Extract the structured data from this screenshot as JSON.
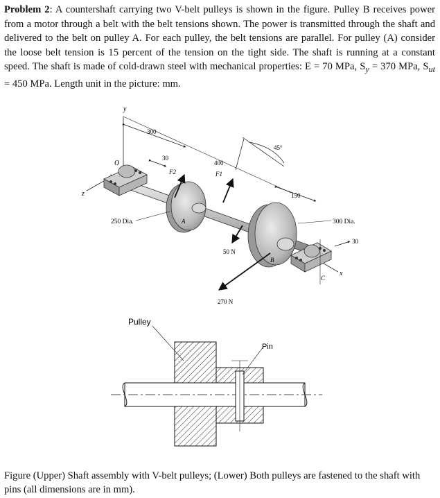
{
  "problem": {
    "label": "Problem 2",
    "text": ": A countershaft carrying two V-belt pulleys is shown in the figure. Pulley B receives power from a motor through a belt with the belt tensions shown. The power is transmitted through the shaft and delivered to the belt on pulley A. For each pulley, the belt tensions are parallel. For pulley (A) consider the loose belt tension is 15 percent of the tension on the tight side. The shaft is running at a constant speed. The shaft is made of cold-drawn steel with mechanical properties: E = 70 MPa, S",
    "sy_sub": "y",
    "sy_val": " = 370 MPa, S",
    "sut_sub": "ut",
    "sut_val": " = 450 MPa. Length unit in the picture: mm."
  },
  "upper_figure": {
    "axis_y": "y",
    "axis_z": "z",
    "axis_x": "x",
    "point_o": "O",
    "point_a": "A",
    "point_b": "B",
    "point_c": "C",
    "dim_300": "300",
    "dim_30_left": "30",
    "dim_400": "400",
    "dim_45": "45°",
    "dim_150": "150",
    "dim_30_right": "30",
    "force_f2": "F2",
    "force_f1": "F1",
    "pulley_a_dia": "250 Dia.",
    "pulley_b_dia": "300 Dia.",
    "force_50": "50 N",
    "force_270": "270 N"
  },
  "lower_figure": {
    "pulley_label": "Pulley",
    "pin_label": "Pin"
  },
  "caption": "Figure (Upper) Shaft assembly with V-belt pulleys; (Lower) Both pulleys are fastened to the shaft with pins (all dimensions are in mm)."
}
